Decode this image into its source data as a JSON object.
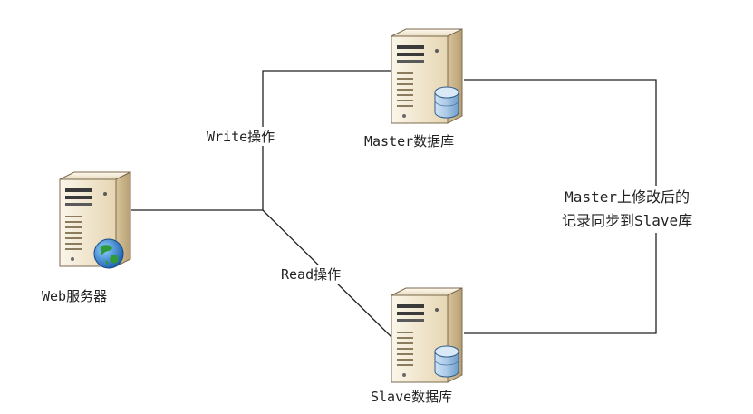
{
  "diagram": {
    "nodes": {
      "web": {
        "label": "Web服务器",
        "icon": "server-globe-icon"
      },
      "master": {
        "label": "Master数据库",
        "icon": "server-database-icon"
      },
      "slave": {
        "label": "Slave数据库",
        "icon": "server-database-icon"
      }
    },
    "edges": {
      "write": {
        "label": "Write操作"
      },
      "read": {
        "label": "Read操作"
      },
      "sync": {
        "line1": "Master上修改后的",
        "line2": "记录同步到Slave库"
      }
    }
  },
  "colors": {
    "line": "#222222",
    "server_body": "#efe3c8",
    "server_side": "#c9b48d",
    "database": "#9bbfe0",
    "globe": "#2f7fd0"
  }
}
